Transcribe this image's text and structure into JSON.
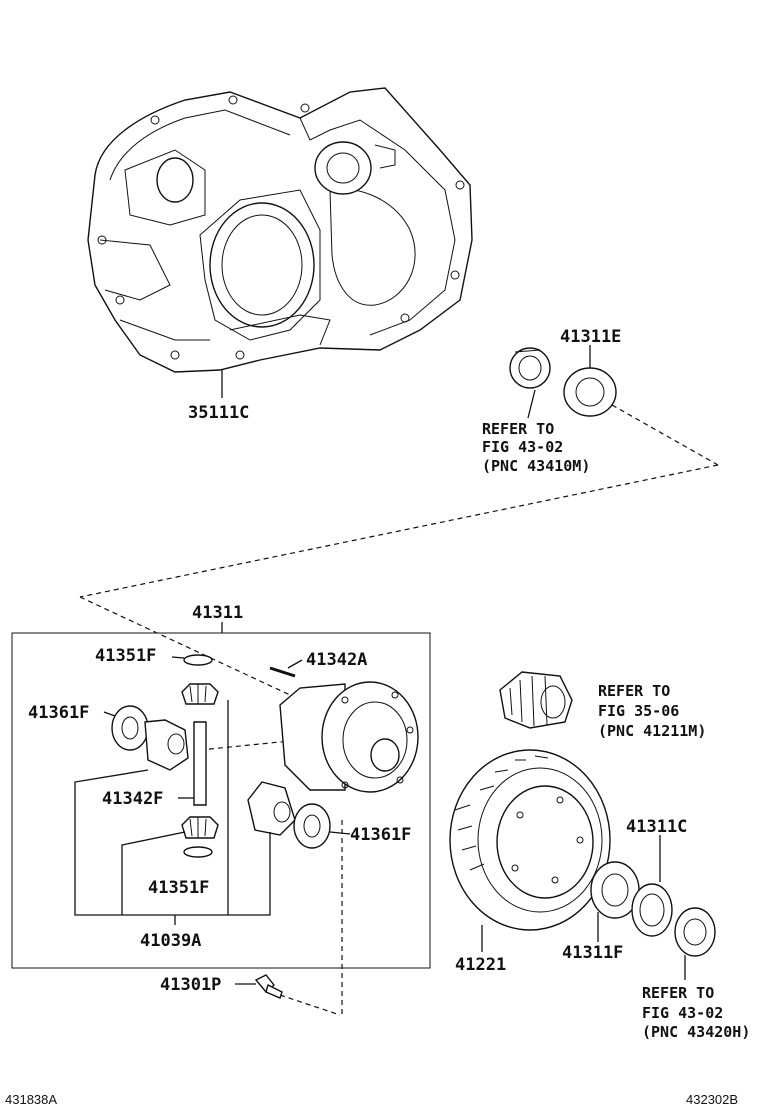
{
  "labels": {
    "case": "35111C",
    "bearing_top": "41311E",
    "diff_assy": "41311",
    "washer_top": "41351F",
    "pin_top": "41342A",
    "side_washer_left": "41361F",
    "pinion_shaft": "41342F",
    "side_washer_right": "41361F",
    "pinion_washer": "41351F",
    "kit": "41039A",
    "bolt": "41301P",
    "ring_gear": "41221",
    "shim_right": "41311C",
    "bearing_right": "41311F"
  },
  "refs": {
    "ref1": {
      "line1": "REFER TO",
      "line2": "FIG 43-02",
      "line3": "(PNC 43410M)"
    },
    "ref2": {
      "line1": "REFER TO",
      "line2": "FIG 35-06",
      "line3": "(PNC 41211M)"
    },
    "ref3": {
      "line1": "REFER TO",
      "line2": "FIG 43-02",
      "line3": "(PNC 43420H)"
    }
  },
  "footer": {
    "left": "431838A",
    "right": "432302B"
  }
}
